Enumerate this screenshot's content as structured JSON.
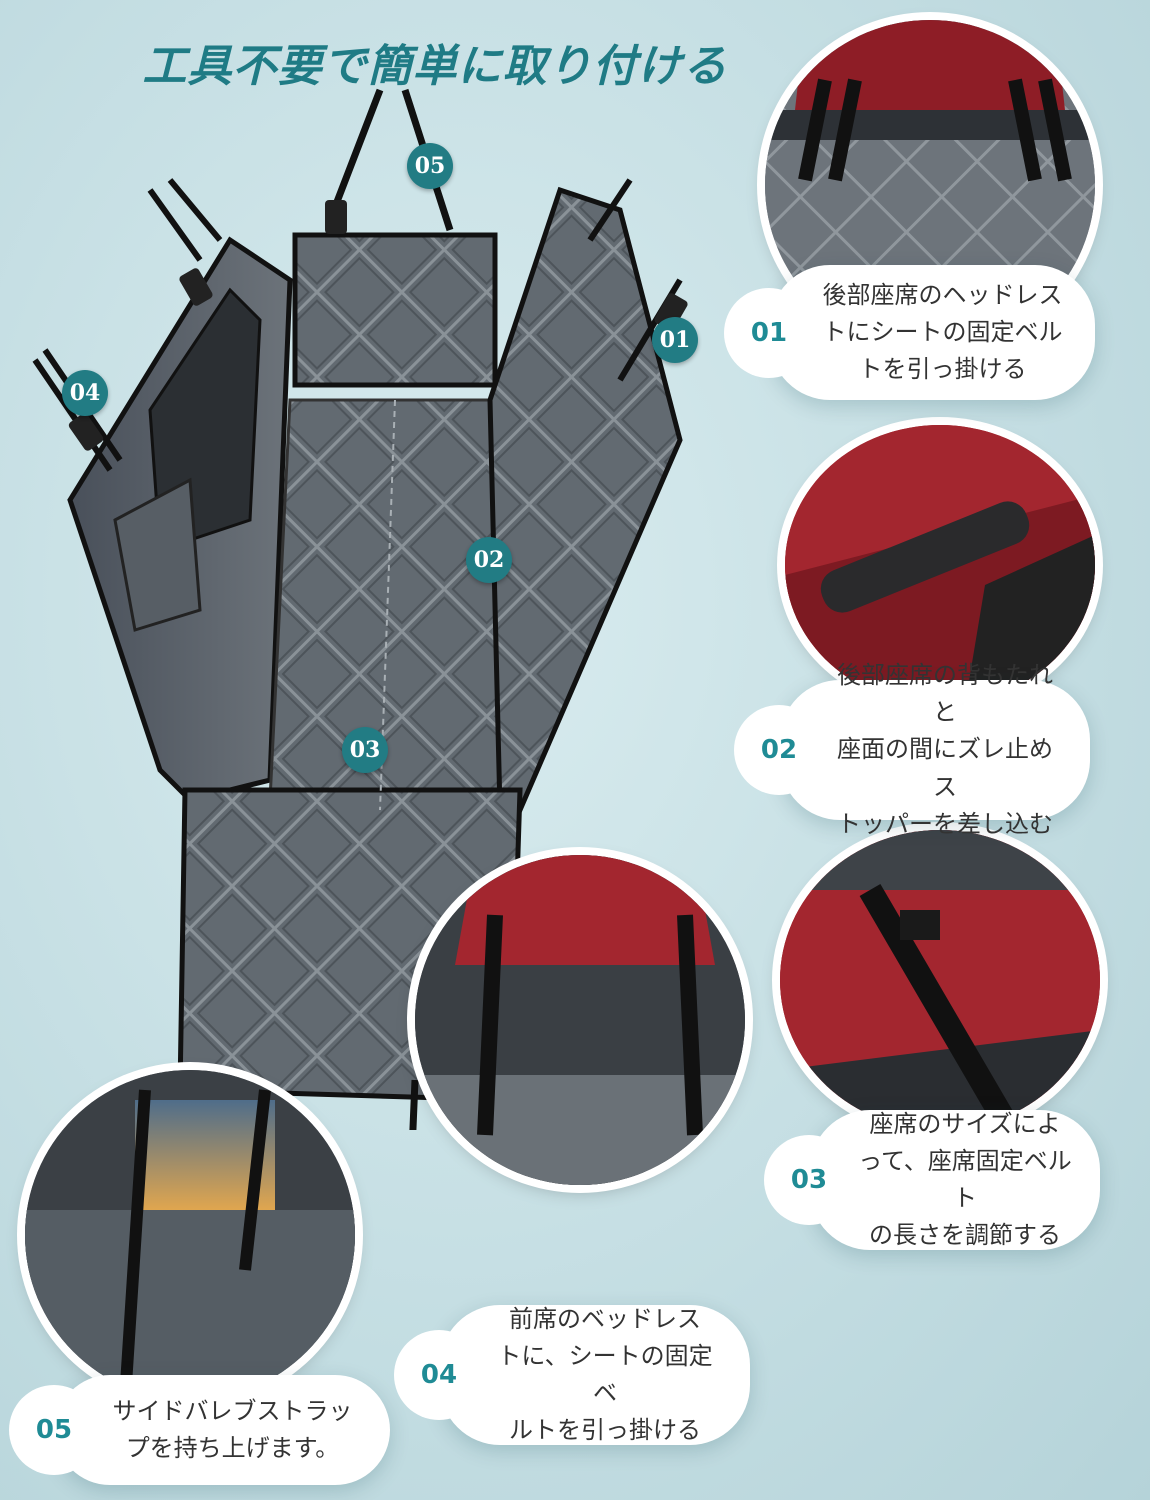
{
  "title": "工具不要で簡単に取り付ける",
  "badges": {
    "b01": "01",
    "b02": "02",
    "b03": "03",
    "b04": "04",
    "b05": "05"
  },
  "callouts": [
    {
      "num": "01",
      "text": "後部座席のヘッドレス\nトにシートの固定ベル\nトを引っ掛ける"
    },
    {
      "num": "02",
      "text": "後部座席の背もたれと\n座面の間にズレ止めス\nトッパーを差し込む"
    },
    {
      "num": "03",
      "text": "座席のサイズによ\nって、座席固定ベルト\nの長さを調節する"
    },
    {
      "num": "04",
      "text": "前席のベッドレス\nトに、シートの固定ベ\nルトを引っ掛ける"
    },
    {
      "num": "05",
      "text": "サイドバレブストラッ\nプを持ち上げます。"
    }
  ],
  "colors": {
    "accent": "#1f7b85",
    "badge": "#227c84",
    "seat_red": "#9e1f28",
    "cover_grey": "#5e656c"
  }
}
